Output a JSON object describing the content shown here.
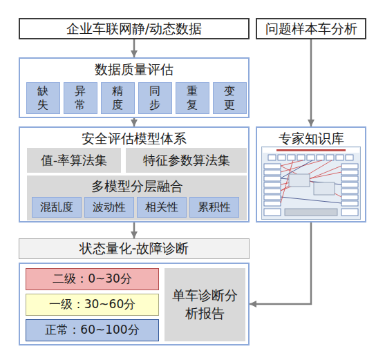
{
  "diagram": {
    "nodes": [
      {
        "text": [
          "企业车联网静/动态数据"
        ]
      },
      {
        "text": [
          "问题样本车分析"
        ]
      },
      {
        "text": [
          "数据质量评估"
        ]
      },
      {
        "text": [
          "缺失"
        ],
        "in": 2
      },
      {
        "text": [
          "异常"
        ],
        "in": 2
      },
      {
        "text": [
          "精度"
        ],
        "in": 2
      },
      {
        "text": [
          "同步"
        ],
        "in": 2
      },
      {
        "text": [
          "重复"
        ],
        "in": 2
      },
      {
        "text": [
          "变更"
        ],
        "in": 2
      },
      {
        "text": [
          "安全评估模型体系"
        ]
      },
      {
        "text": [
          "值-率算法集"
        ],
        "in": 9
      },
      {
        "text": [
          "特征参数算法集"
        ],
        "in": 9
      },
      {
        "text": [
          "多模型分层融合"
        ],
        "in": 9
      },
      {
        "text": [
          "混乱度"
        ],
        "in": 12
      },
      {
        "text": [
          "波动性"
        ],
        "in": 12
      },
      {
        "text": [
          "相关性"
        ],
        "in": 12
      },
      {
        "text": [
          "累积性"
        ],
        "in": 12
      },
      {
        "text": [
          "专家知识库"
        ]
      },
      {
        "text": [
          "状态量化-故障诊断"
        ]
      },
      {
        "text": [
          "二级：0~30分"
        ],
        "in": 18
      },
      {
        "text": [
          "一级：30~60分"
        ],
        "in": 18
      },
      {
        "text": [
          "正常：60~100分"
        ],
        "in": 18
      },
      {
        "text": [
          "单车诊断分析报告"
        ],
        "in": 18
      }
    ],
    "edges": [
      {
        "from": 0,
        "to": 2,
        "arrow": "to"
      },
      {
        "from": 2,
        "to": 9,
        "arrow": "to"
      },
      {
        "from": 9,
        "to": 18,
        "arrow": "to"
      },
      {
        "from": 1,
        "to": 17,
        "arrow": "to"
      },
      {
        "from": 17,
        "to": 18,
        "arrow": "to"
      }
    ]
  }
}
